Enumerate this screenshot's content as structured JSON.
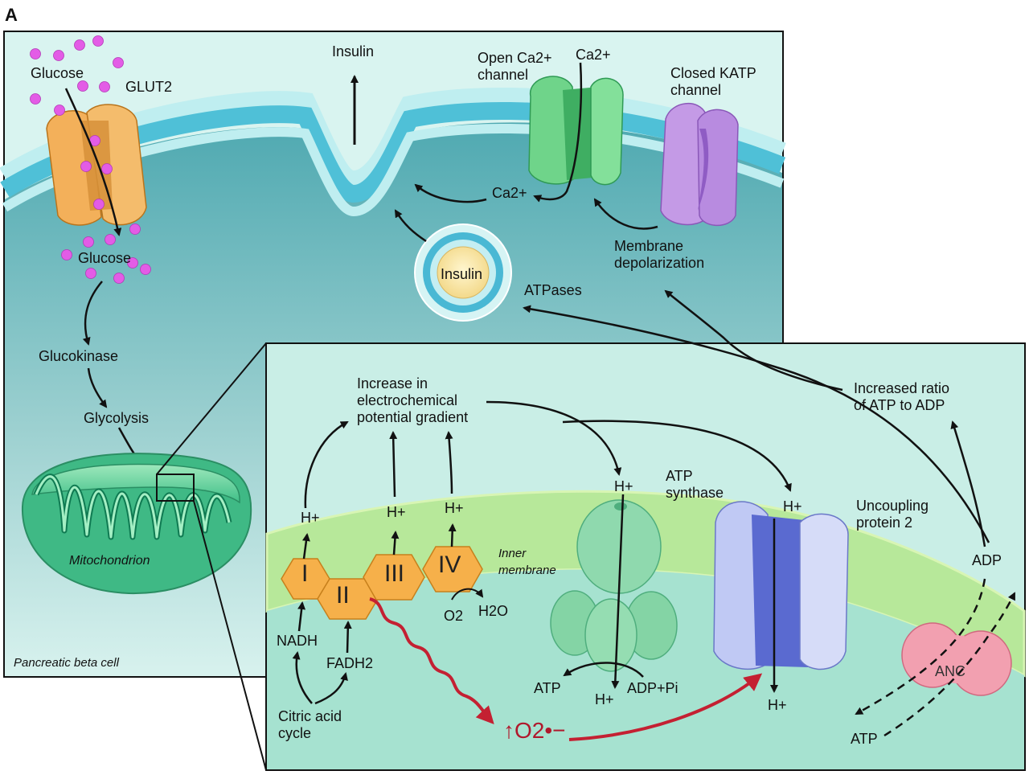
{
  "panel_letter": "A",
  "cell": {
    "glucose_outside": "Glucose",
    "glut2": "GLUT2",
    "glucose_inside": "Glucose",
    "glucokinase": "Glucokinase",
    "glycolysis": "Glycolysis",
    "mitochondrion": "Mitochondrion",
    "cell_name": "Pancreatic beta cell",
    "insulin_out": "Insulin",
    "insulin_granule": "Insulin",
    "ca_channel": "Open Ca2+\nchannel",
    "ca_out": "Ca2+",
    "ca_in": "Ca2+",
    "katp": "Closed KATP\nchannel",
    "depolarization": "Membrane\ndepolarization",
    "atpases": "ATPases"
  },
  "inset": {
    "gradient": "Increase in\nelectrochemical\npotential gradient",
    "ratio": "Increased ratio\nof ATP to ADP",
    "complexes": [
      "I",
      "II",
      "III",
      "IV"
    ],
    "h_plus": "H+",
    "nadh": "NADH",
    "fadh2": "FADH2",
    "citric": "Citric acid\ncycle",
    "o2": "O2",
    "h2o": "H2O",
    "inner_membrane": "Inner\nmembrane",
    "atp_synthase": "ATP\nsynthase",
    "atp": "ATP",
    "adp_pi": "ADP+Pi",
    "ucp2": "Uncoupling\nprotein 2",
    "adp": "ADP",
    "anc": "ANC",
    "atp_bottom": "ATP",
    "superoxide": "O2•−"
  },
  "colors": {
    "cytoplasm": "#6fb7bd",
    "membrane": "#5cc1d6",
    "inset_bg": "#c5ece4",
    "glut2": "#f3b05a",
    "ca_channel": "#6fd48a",
    "katp": "#bb8fe0",
    "complex": "#f6b04a",
    "atp_synthase": "#8fd9ae",
    "ucp2": "#7a8ce0",
    "anc": "#f2a0b0",
    "glucose_dot": "#e35ce6",
    "ros_arrow": "#c42032"
  }
}
